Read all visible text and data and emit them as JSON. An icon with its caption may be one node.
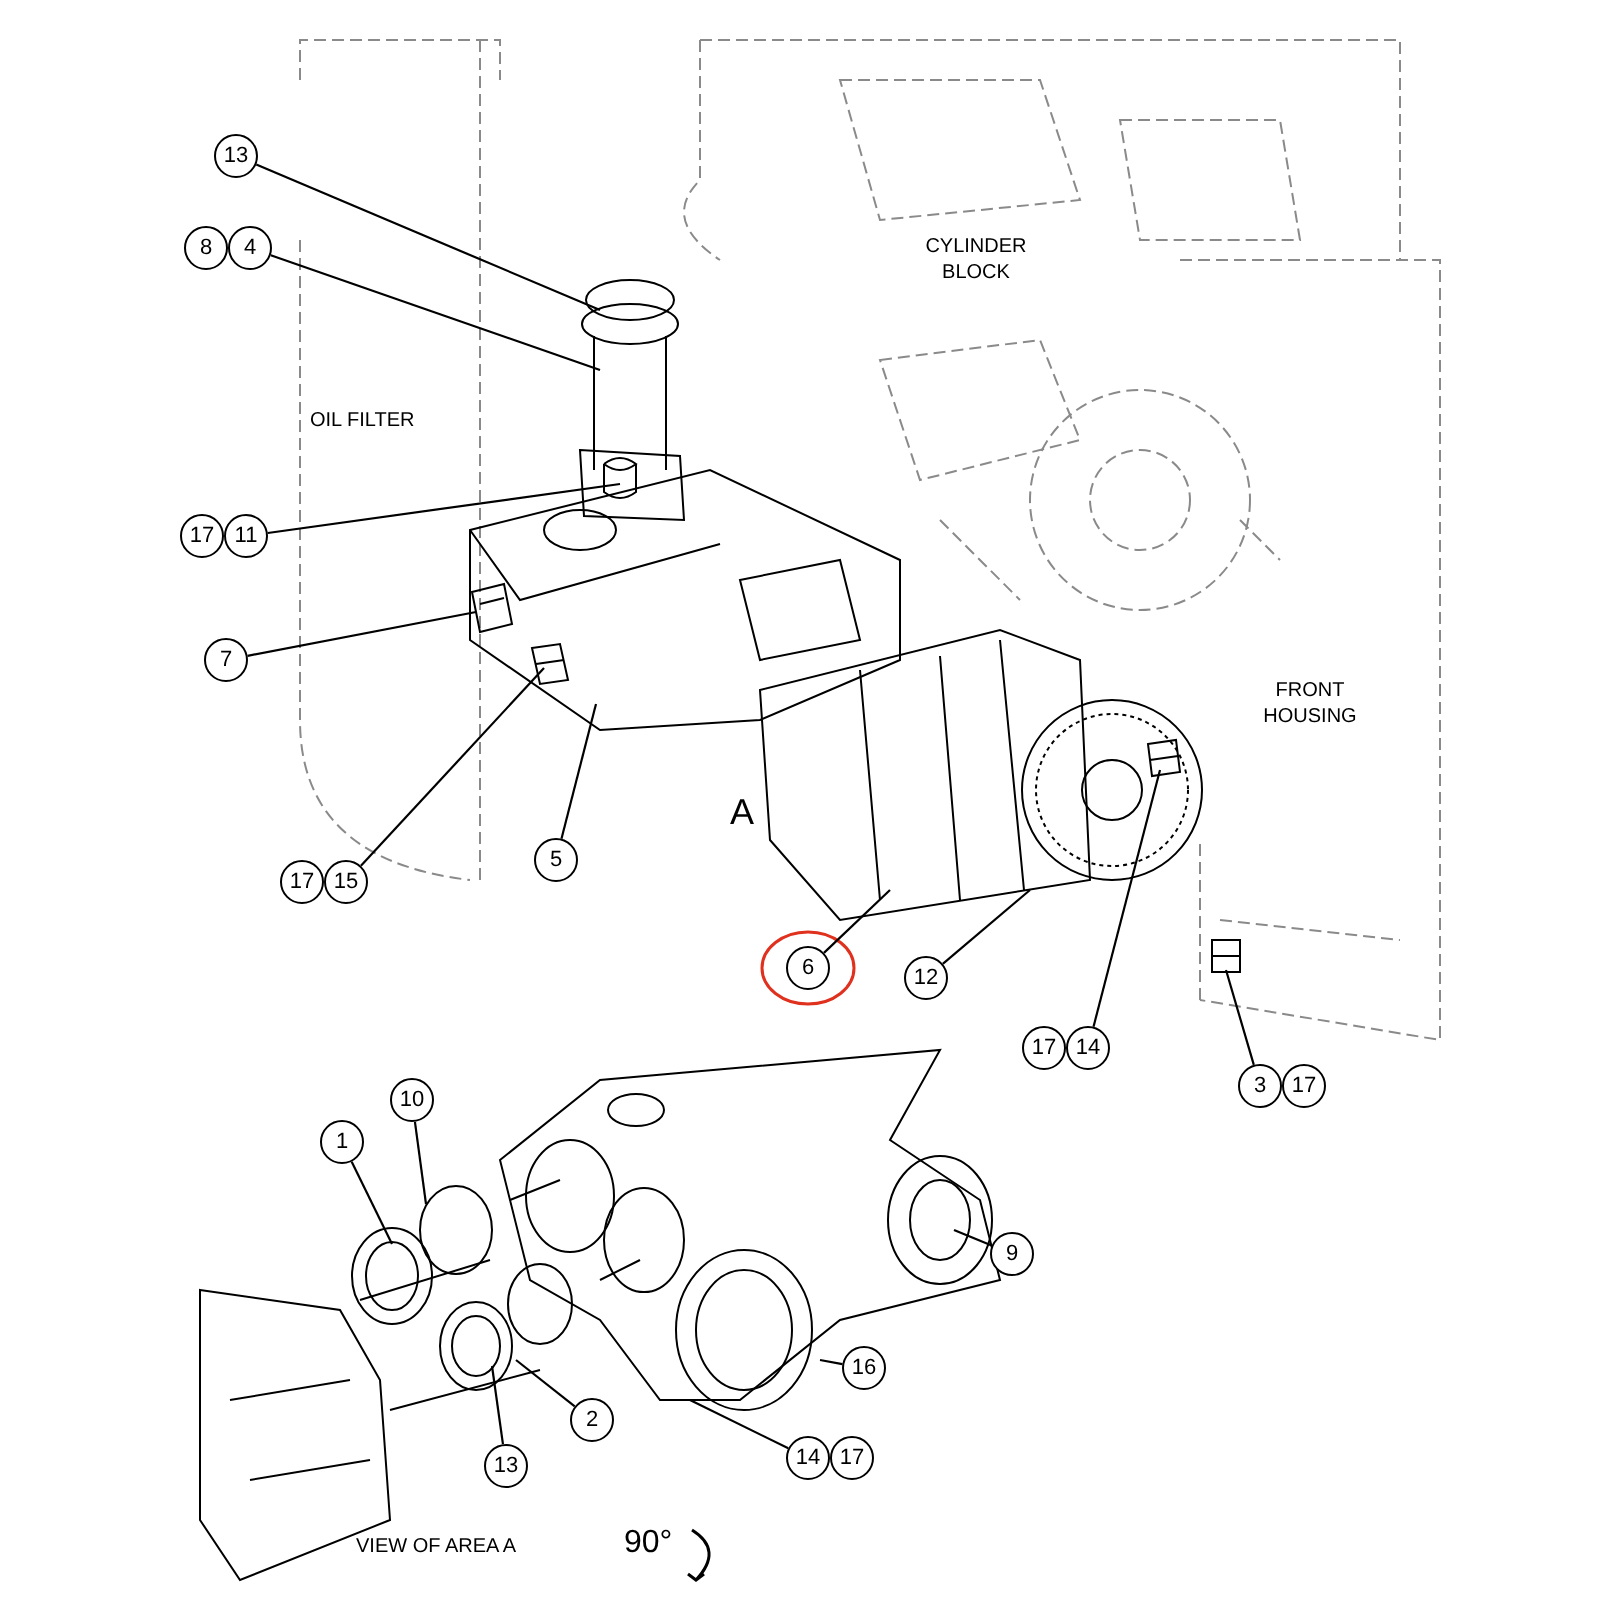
{
  "diagram": {
    "nodes": [
      {
        "text": [
          "13"
        ]
      },
      {
        "text": [
          "8"
        ]
      },
      {
        "text": [
          "4"
        ]
      },
      {
        "text": [
          "17"
        ]
      },
      {
        "text": [
          "11"
        ]
      },
      {
        "text": [
          "7"
        ]
      },
      {
        "text": [
          "17"
        ]
      },
      {
        "text": [
          "15"
        ]
      },
      {
        "text": [
          "5"
        ]
      },
      {
        "text": [
          "6"
        ]
      },
      {
        "text": [
          "12"
        ]
      },
      {
        "text": [
          "17"
        ]
      },
      {
        "text": [
          "14"
        ]
      },
      {
        "text": [
          "3"
        ]
      },
      {
        "text": [
          "17"
        ]
      },
      {
        "text": [
          "10"
        ]
      },
      {
        "text": [
          "1"
        ]
      },
      {
        "text": [
          "9"
        ]
      },
      {
        "text": [
          "16"
        ]
      },
      {
        "text": [
          "2"
        ]
      },
      {
        "text": [
          "13"
        ]
      },
      {
        "text": [
          "14"
        ]
      },
      {
        "text": [
          "17"
        ]
      }
    ],
    "edges": [
      {
        "from": 0,
        "to": null,
        "arrow": "none"
      },
      {
        "from": 2,
        "to": null,
        "arrow": "none"
      },
      {
        "from": 4,
        "to": null,
        "arrow": "none"
      },
      {
        "from": 5,
        "to": null,
        "arrow": "none"
      },
      {
        "from": 7,
        "to": null,
        "arrow": "none"
      },
      {
        "from": 8,
        "to": null,
        "arrow": "none"
      },
      {
        "from": 9,
        "to": null,
        "arrow": "none"
      },
      {
        "from": 10,
        "to": null,
        "arrow": "none"
      },
      {
        "from": 12,
        "to": null,
        "arrow": "none"
      },
      {
        "from": 13,
        "to": null,
        "arrow": "none"
      },
      {
        "from": 15,
        "to": null,
        "arrow": "none"
      },
      {
        "from": 16,
        "to": null,
        "arrow": "none"
      },
      {
        "from": 17,
        "to": null,
        "arrow": "none"
      },
      {
        "from": 18,
        "to": null,
        "arrow": "none"
      },
      {
        "from": 19,
        "to": null,
        "arrow": "none"
      },
      {
        "from": 20,
        "to": null,
        "arrow": "none"
      },
      {
        "from": 21,
        "to": null,
        "arrow": "none"
      }
    ],
    "labels": [
      "CYLINDER BLOCK",
      "OIL FILTER",
      "FRONT HOUSING",
      "A",
      "VIEW OF AREA A",
      "90°"
    ]
  }
}
